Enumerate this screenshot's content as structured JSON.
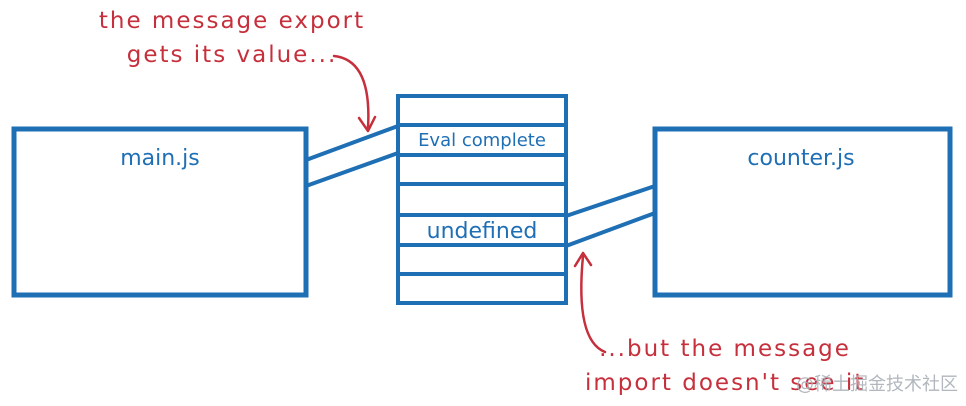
{
  "modules": {
    "left": "main.js",
    "right": "counter.js"
  },
  "memory_slots": {
    "filled_top": "Eval complete",
    "filled_middle": "undefined"
  },
  "annotations": {
    "top_line1": "the message export",
    "top_line2": "gets its value...",
    "bottom_line1": "...but the message",
    "bottom_line2": "import doesn't see it"
  },
  "watermark": "@稀土掘金技术社区",
  "colors": {
    "diagram_blue": "#1f6fb5",
    "annotation_red": "#c62f3c"
  }
}
